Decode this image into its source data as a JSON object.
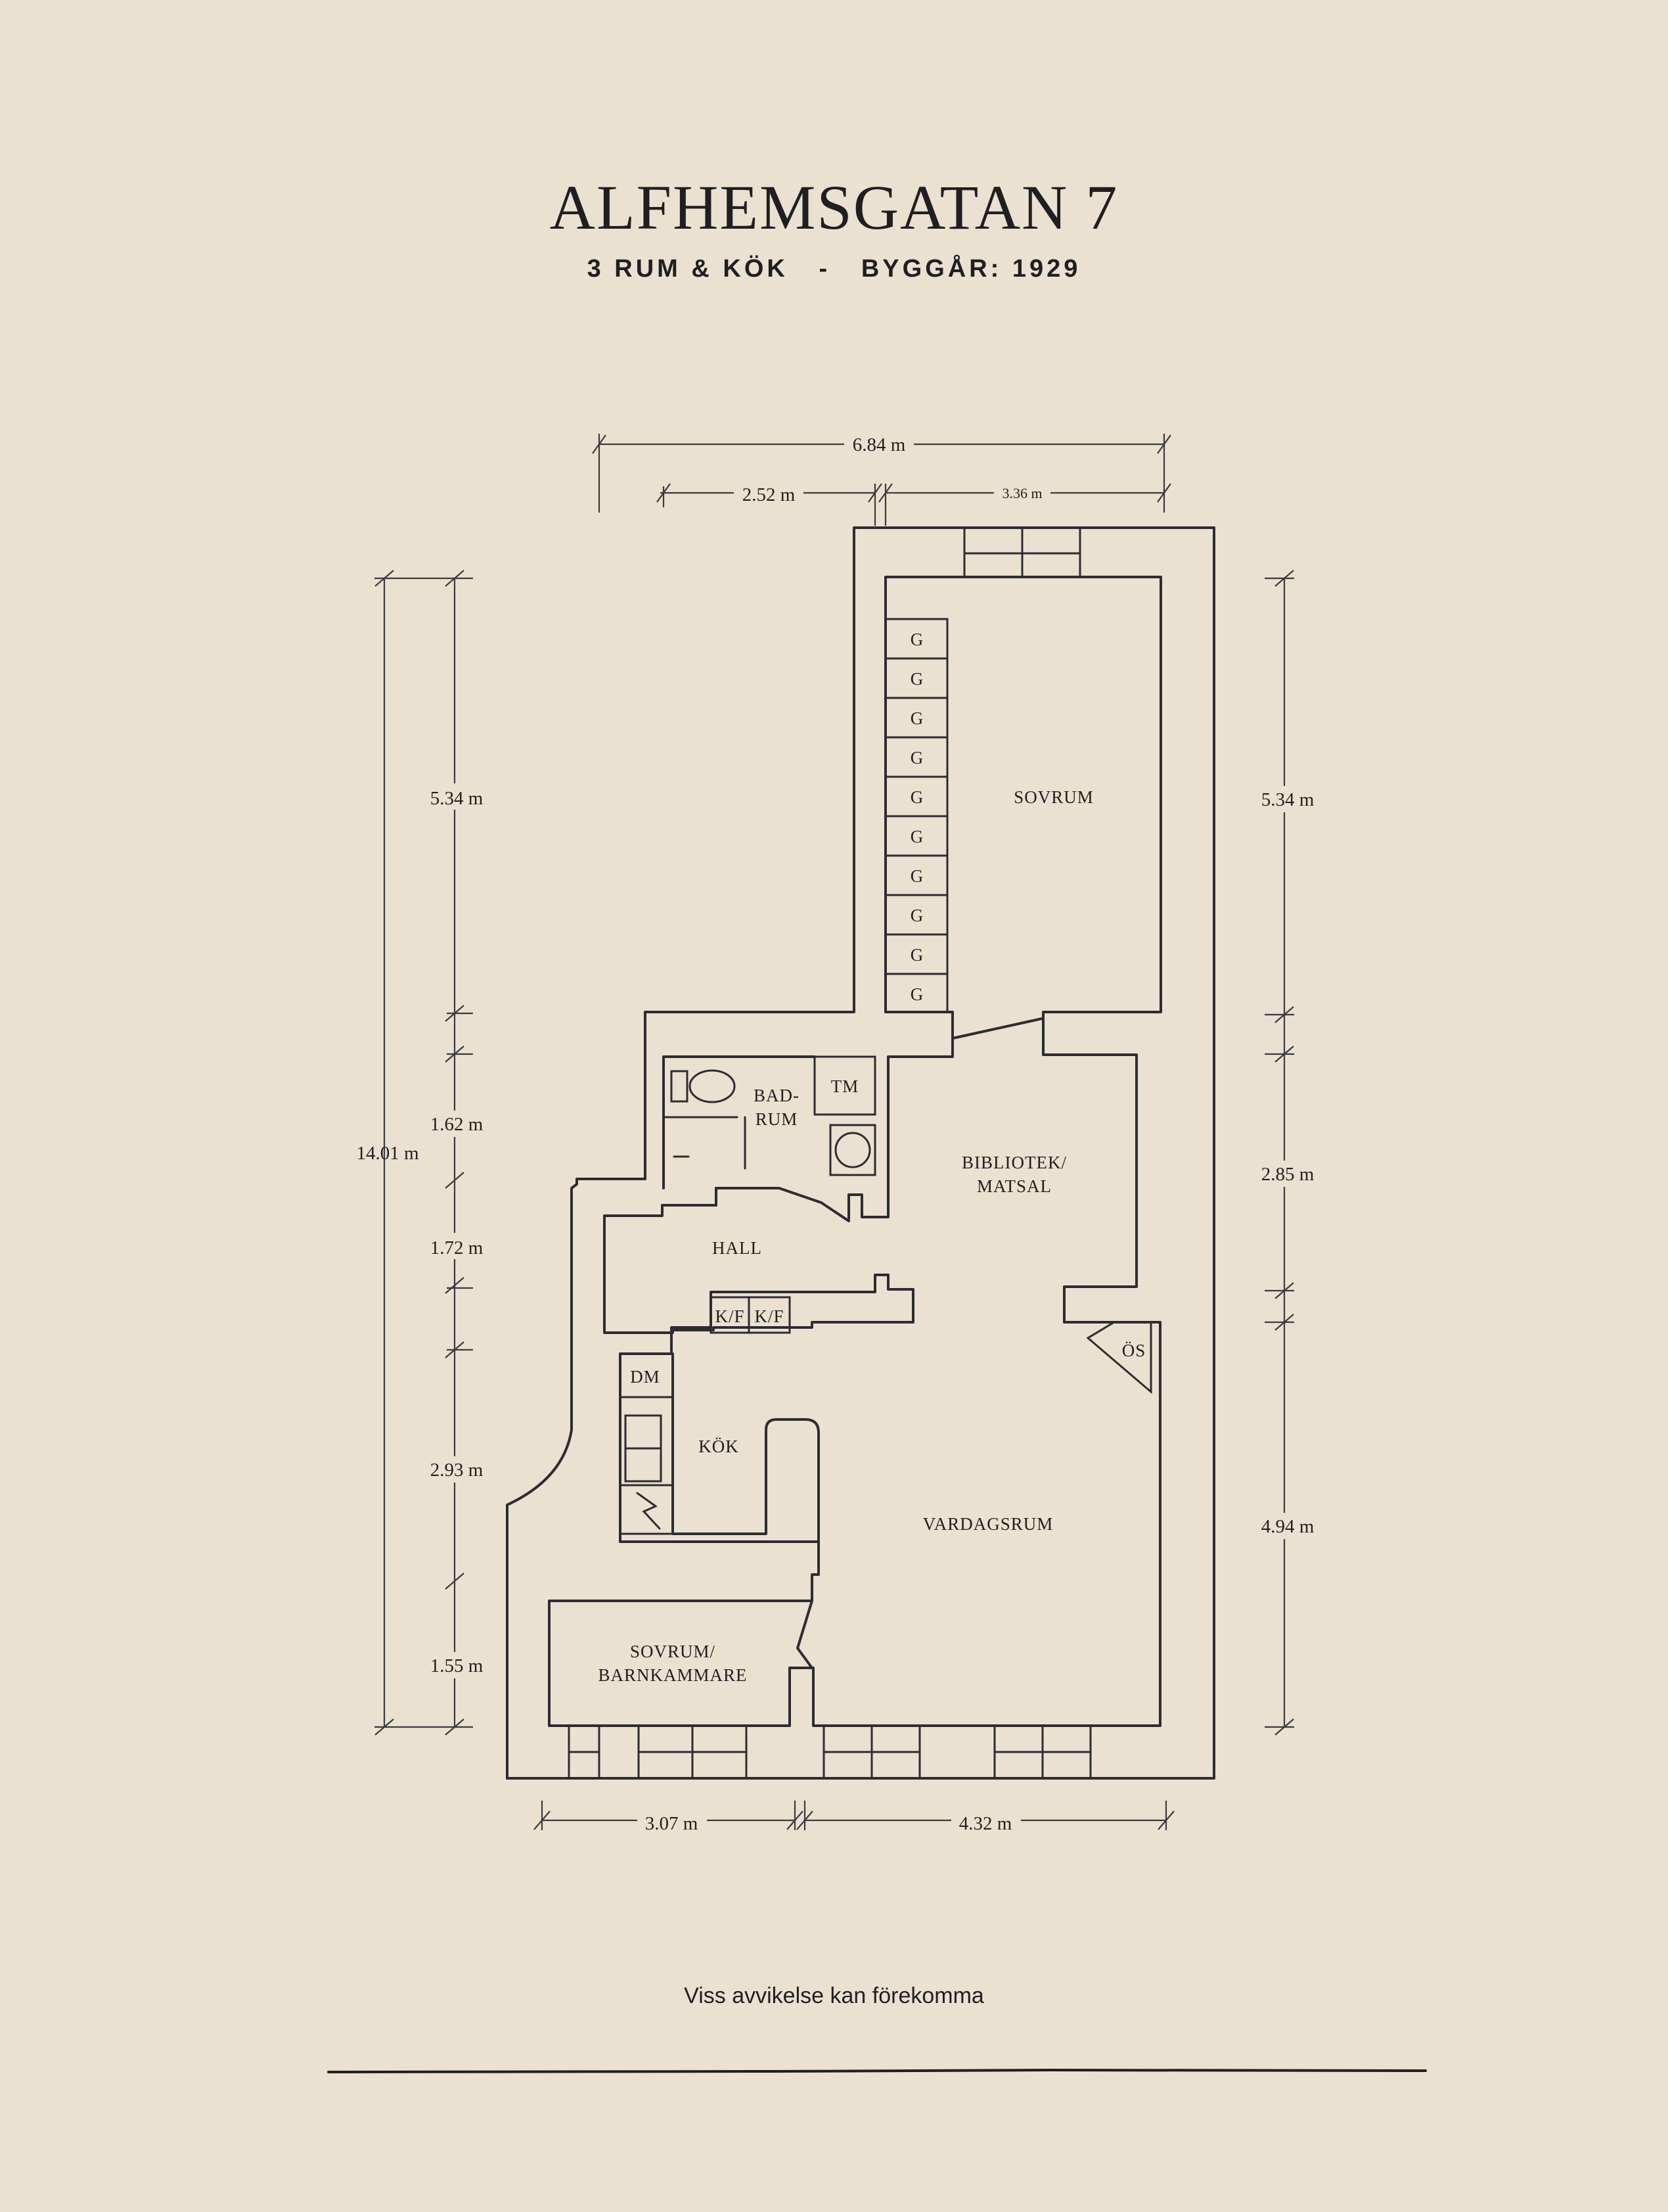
{
  "header": {
    "title": "ALFHEMSGATAN 7",
    "subtitle_rooms": "3 RUM & KÖK",
    "subtitle_sep": "-",
    "subtitle_year": "BYGGÅR: 1929"
  },
  "dimensions": {
    "top_total": "6.84 m",
    "top_left": "2.52 m",
    "top_right": "3.36 m",
    "left_total": "14.01 m",
    "left_1": "5.34 m",
    "left_2": "1.62 m",
    "left_3": "1.72 m",
    "left_4": "2.93 m",
    "left_5": "1.55 m",
    "right_1": "5.34 m",
    "right_2": "2.85 m",
    "right_3": "4.94 m",
    "bottom_left": "3.07 m",
    "bottom_right": "4.32 m"
  },
  "rooms": {
    "sovrum": "SOVRUM",
    "badrum_1": "BAD-",
    "badrum_2": "RUM",
    "tm": "TM",
    "bibliotek_1": "BIBLIOTEK/",
    "bibliotek_2": "MATSAL",
    "hall": "HALL",
    "kf1": "K/F",
    "kf2": "K/F",
    "os": "ÖS",
    "dm": "DM",
    "kok": "KÖK",
    "vardagsrum": "VARDAGSRUM",
    "sovrum2_1": "SOVRUM/",
    "sovrum2_2": "BARNKAMMARE",
    "wardrobe": "G"
  },
  "footer": {
    "note": "Viss avvikelse kan förekomma"
  }
}
